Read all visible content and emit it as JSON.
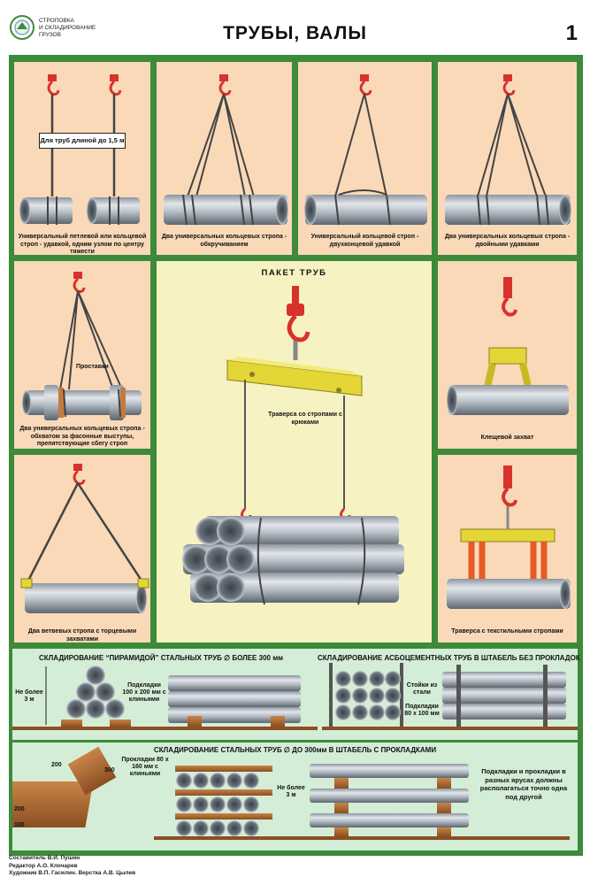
{
  "header": {
    "brand_line1": "СТРОПОВКА",
    "brand_line2": "И СКЛАДИРОВАНИЕ",
    "brand_line3": "ГРУЗОВ",
    "title": "ТРУБЫ, ВАЛЫ",
    "page_number": "1"
  },
  "panels": {
    "p1_note": "Для труб длиной до 1,5 м",
    "p1_caption": "Универсальный петлевой или кольцевой строп - удавкой, одним узлом по центру тяжести",
    "p2_caption": "Два универсальных кольцевых стропа - обкручиванием",
    "p3_caption": "Универсальный кольцевой строп - двухконцевой удавкой",
    "p4_caption": "Два универсальных кольцевых стропа - двойными удавками",
    "p5_label": "Проставки",
    "p5_caption": "Два универсальных кольцевых стропа - обхватом за фасонные выступы, препятствующие сбегу строп",
    "center_title": "ПАКЕТ ТРУБ",
    "center_label": "Траверса со стропами с крюками",
    "p6_caption": "Клещевой захват",
    "p7_caption": "Два ветвевых стропа с торцевыми захватами",
    "p8_caption": "Траверса с текстильными стропами"
  },
  "storage": {
    "t1": "СКЛАДИРОВАНИЕ “ПИРАМИДОЙ” СТАЛЬНЫХ ТРУБ ∅ БОЛЕЕ 300 мм",
    "t2": "СКЛАДИРОВАНИЕ АСБОЦЕМЕНТНЫХ ТРУБ В ШТАБЕЛЬ БЕЗ ПРОКЛАДОК",
    "t3": "СКЛАДИРОВАНИЕ СТАЛЬНЫХ ТРУБ ∅ ДО 300мм В ШТАБЕЛЬ С ПРОКЛАДКАМИ",
    "height_label_1": "Не более 3 м",
    "pads_label_1": "Подкладки 100 x 200 мм с клиньями",
    "posts_label": "Стойки из стали",
    "pads_label_2": "Подкладки 80 x 100 мм",
    "pads_label_3": "Прокладки 80 x 160 мм с клиньями",
    "height_label_2": "Не более 3 м",
    "dim_200a": "200",
    "dim_300": "300",
    "dim_100": "100",
    "dim_200b": "200",
    "alignment_note": "Подкладки и прокладки в разных ярусах должны располагаться точно одна под другой"
  },
  "credits": {
    "line1": "Составитель В.И. Пушин",
    "line2": "Редактор А.О. Клочарев",
    "line3": "Художник В.П. Гасилин. Верстка А.В. Цылев"
  },
  "colors": {
    "frame_green": "#3c8a3a",
    "panel_peach": "#f9d9b8",
    "panel_cream": "#f7f2c2",
    "storage_bg": "#d4edd7",
    "hook_red": "#d8322c",
    "traverse_yellow": "#e3d636",
    "sling_orange": "#e65a24",
    "wood_brown": "#a9652f"
  }
}
